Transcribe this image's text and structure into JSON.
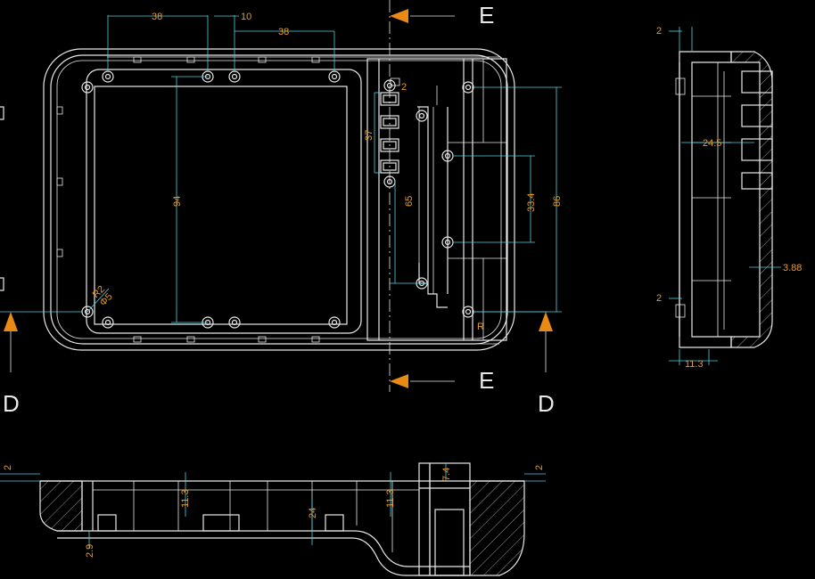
{
  "section_labels": {
    "e_top": "E",
    "e_bottom": "E",
    "d_left": "D",
    "d_right": "D"
  },
  "front_view": {
    "dim_38_left": "38",
    "dim_10": "10",
    "dim_38_right": "38",
    "dim_94": "94",
    "dim_37": "37",
    "dim_2": "2",
    "dim_65": "65",
    "dim_33_4": "33.4",
    "dim_86": "86",
    "dim_r2": "R2",
    "dim_phi5": "Φ5",
    "dim_r": "R"
  },
  "side_view": {
    "dim_2_top": "2",
    "dim_24_5": "24.5",
    "dim_3_88": "3.88",
    "dim_2_bottom": "2",
    "dim_11_3": "11.3"
  },
  "bottom_view": {
    "dim_2_left": "2",
    "dim_11_3_left": "11.3",
    "dim_24": "24",
    "dim_11_3_right": "11.3",
    "dim_7_4": "7.4",
    "dim_2_right": "2",
    "dim_2_9": "2.9"
  },
  "colors": {
    "background": "#000000",
    "outline": "#e8e8e8",
    "dimension_line": "#4fd2e0",
    "dimension_text": "#e89a2a",
    "section_arrow": "#e88a14"
  }
}
